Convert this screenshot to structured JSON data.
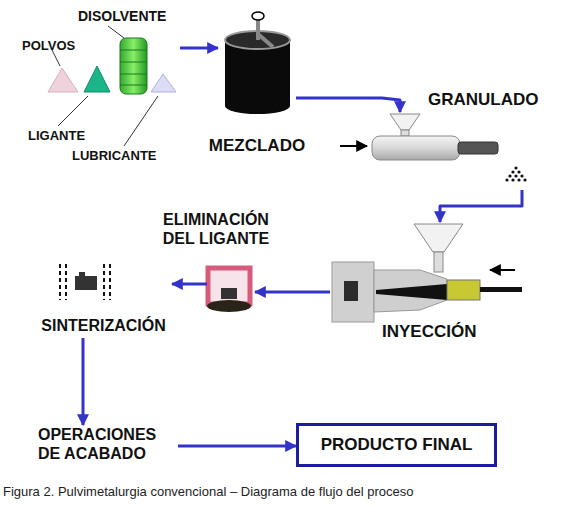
{
  "diagram": {
    "caption": "Figura 2. Pulvimetalurgia convencional – Diagrama de flujo del proceso",
    "nodes": [
      {
        "text": [
          "POLVOS",
          "DISOLVENTE",
          "LIGANTE",
          "LUBRICANTE"
        ]
      },
      {
        "text": [
          "MEZCLADO"
        ]
      },
      {
        "text": [
          "GRANULADO"
        ]
      },
      {
        "text": [
          "INYECCIÓN"
        ]
      },
      {
        "text": [
          "ELIMINACIÓN DEL LIGANTE"
        ]
      },
      {
        "text": [
          "SINTERIZACIÓN"
        ]
      },
      {
        "text": [
          "OPERACIONES DE ACABADO"
        ]
      },
      {
        "text": [
          "PRODUCTO FINAL"
        ]
      }
    ],
    "edges": [
      {
        "from": 0,
        "to": 1,
        "arrow": "to"
      },
      {
        "from": 1,
        "to": 2,
        "arrow": "to"
      },
      {
        "from": 2,
        "to": 3,
        "arrow": "to"
      },
      {
        "from": 3,
        "to": 4,
        "arrow": "to"
      },
      {
        "from": 4,
        "to": 5,
        "arrow": "to"
      },
      {
        "from": 5,
        "to": 6,
        "arrow": "to"
      },
      {
        "from": 6,
        "to": 7,
        "arrow": "to"
      }
    ]
  }
}
